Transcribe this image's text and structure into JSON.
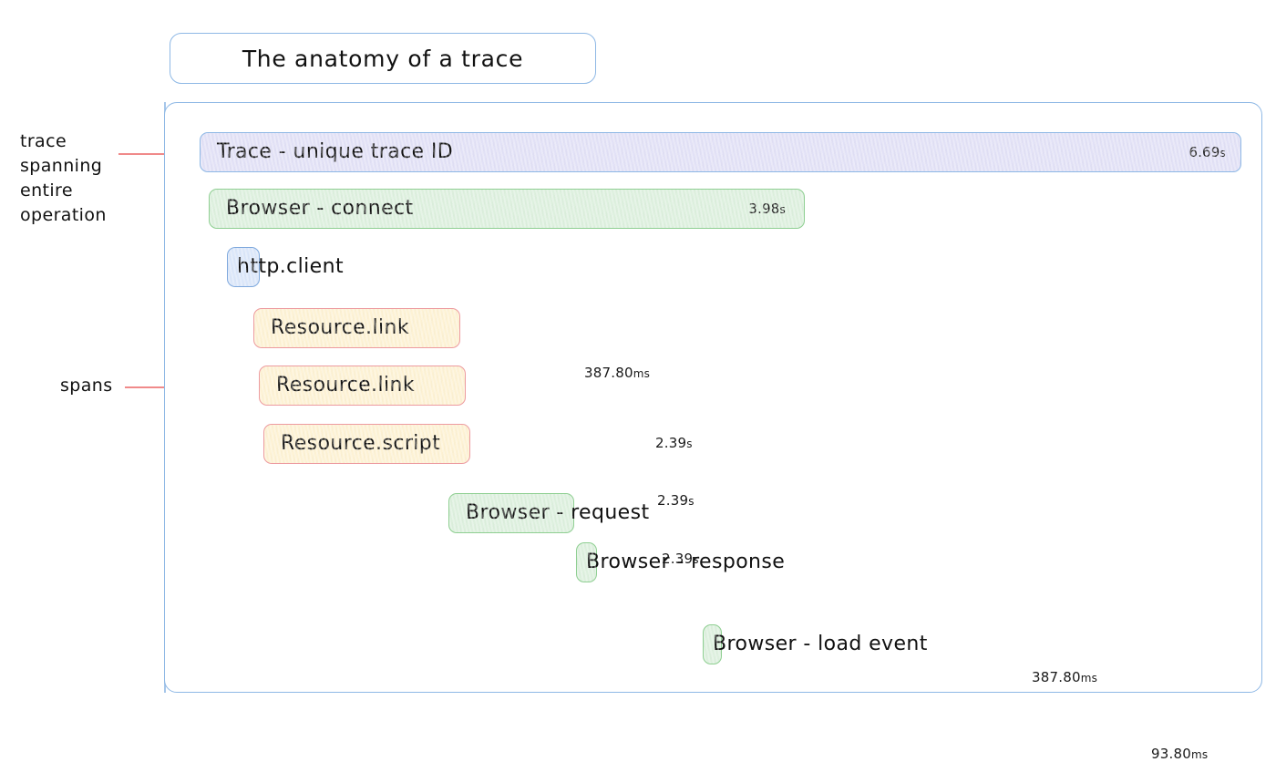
{
  "title": {
    "text": "The anatomy of a trace"
  },
  "colors": {
    "container_border": "#8eb8e5",
    "trace_fill": "#e2e1f6",
    "trace_border": "#8eb8e5",
    "browser_fill": "#ddf0de",
    "browser_border": "#8fcf92",
    "http_fill": "#dbe7fa",
    "http_border": "#7fa9dd",
    "resource_fill": "#fdf2d4",
    "resource_border": "#ed9ba0",
    "annotation_line": "#f08a8a",
    "text": "#111111"
  },
  "annotations": [
    {
      "id": "trace-annotation",
      "text": "trace\nspanning\nentire\noperation"
    },
    {
      "id": "spans-annotation",
      "text": "spans"
    }
  ],
  "chart_data": {
    "type": "bar",
    "title": "The anatomy of a trace",
    "orientation": "horizontal",
    "description": "Gantt-style distributed-tracing waterfall showing one trace and its child spans",
    "xlabel": "",
    "ylabel": "",
    "grid": false,
    "legend": "none",
    "total_duration_label": "6.69s",
    "spans": [
      {
        "name": "Trace - unique trace ID",
        "duration_label": "6.69s",
        "duration_value": 6.69,
        "duration_unit": "s",
        "depth": 0,
        "kind": "trace",
        "color": "#e2e1f6",
        "border": "#8eb8e5",
        "duration_inside_bar": true
      },
      {
        "name": "Browser - connect",
        "duration_label": "3.98s",
        "duration_value": 3.98,
        "duration_unit": "s",
        "depth": 1,
        "kind": "browser",
        "color": "#ddf0de",
        "border": "#8fcf92",
        "duration_inside_bar": true
      },
      {
        "name": "http.client",
        "duration_label": "387.80ms",
        "duration_value": 387.8,
        "duration_unit": "ms",
        "depth": 2,
        "kind": "http",
        "color": "#dbe7fa",
        "border": "#7fa9dd",
        "duration_inside_bar": false
      },
      {
        "name": "Resource.link",
        "duration_label": "2.39s",
        "duration_value": 2.39,
        "duration_unit": "s",
        "depth": 3,
        "kind": "resource",
        "color": "#fdf2d4",
        "border": "#ed9ba0",
        "duration_inside_bar": false
      },
      {
        "name": "Resource.link",
        "duration_label": "2.39s",
        "duration_value": 2.39,
        "duration_unit": "s",
        "depth": 3,
        "kind": "resource",
        "color": "#fdf2d4",
        "border": "#ed9ba0",
        "duration_inside_bar": false
      },
      {
        "name": "Resource.script",
        "duration_label": "2.39s",
        "duration_value": 2.39,
        "duration_unit": "s",
        "depth": 3,
        "kind": "resource",
        "color": "#fdf2d4",
        "border": "#ed9ba0",
        "duration_inside_bar": false
      },
      {
        "name": "Browser - request",
        "duration_label": "",
        "duration_value": null,
        "duration_unit": "",
        "depth": 4,
        "kind": "browser",
        "color": "#ddf0de",
        "border": "#8fcf92",
        "duration_inside_bar": false
      },
      {
        "name": "Browser - response",
        "duration_label": "387.80ms",
        "duration_value": 387.8,
        "duration_unit": "ms",
        "depth": 5,
        "kind": "browser",
        "color": "#ddf0de",
        "border": "#8fcf92",
        "duration_inside_bar": false
      },
      {
        "name": "Browser - load event",
        "duration_label": "93.80ms",
        "duration_value": 93.8,
        "duration_unit": "ms",
        "depth": 6,
        "kind": "browser",
        "color": "#ddf0de",
        "border": "#8fcf92",
        "duration_inside_bar": false
      }
    ]
  },
  "rows": {
    "trace": {
      "name": "Trace - unique trace ID",
      "duration": "6.69s"
    },
    "connect": {
      "name": "Browser - connect",
      "duration": "3.98s"
    },
    "http": {
      "name": "http.client",
      "duration": "387.80ms"
    },
    "link1": {
      "name": "Resource.link",
      "duration": "2.39s"
    },
    "link2": {
      "name": "Resource.link",
      "duration": "2.39s"
    },
    "script": {
      "name": "Resource.script",
      "duration": "2.39s"
    },
    "request": {
      "name": "Browser - request",
      "duration": ""
    },
    "response": {
      "name": "Browser - response",
      "duration": "387.80ms"
    },
    "load": {
      "name": "Browser - load event",
      "duration": "93.80ms"
    }
  }
}
